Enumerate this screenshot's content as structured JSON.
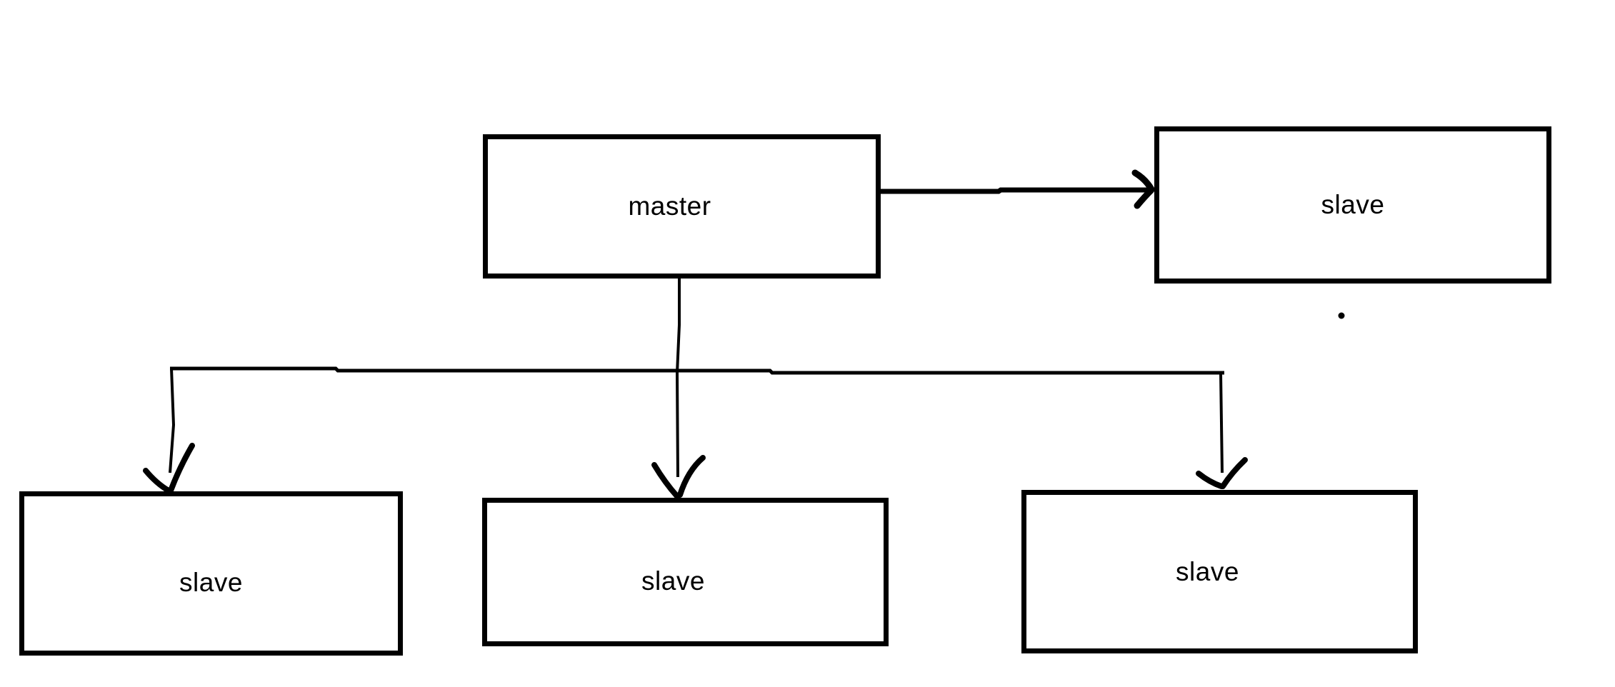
{
  "diagram": {
    "type": "flow-diagram",
    "style": "hand-drawn",
    "nodes": [
      {
        "id": "master",
        "label": "master",
        "role": "master"
      },
      {
        "id": "slave-top-right",
        "label": "slave",
        "role": "slave"
      },
      {
        "id": "slave-bottom-left",
        "label": "slave",
        "role": "slave"
      },
      {
        "id": "slave-bottom-middle",
        "label": "slave",
        "role": "slave"
      },
      {
        "id": "slave-bottom-right",
        "label": "slave",
        "role": "slave"
      }
    ],
    "edges": [
      {
        "from": "master",
        "to": "slave-top-right",
        "direction": "right",
        "arrowhead": "chevron"
      },
      {
        "from": "master",
        "to": "slave-bottom-left",
        "direction": "down",
        "arrowhead": "chevron"
      },
      {
        "from": "master",
        "to": "slave-bottom-middle",
        "direction": "down",
        "arrowhead": "chevron"
      },
      {
        "from": "master",
        "to": "slave-bottom-right",
        "direction": "down",
        "arrowhead": "chevron"
      }
    ],
    "annotations": [
      {
        "id": "stray-dot",
        "shape": "dot",
        "near": "slave-top-right"
      }
    ],
    "colors": {
      "ink": "#000000",
      "background": "#ffffff"
    }
  }
}
